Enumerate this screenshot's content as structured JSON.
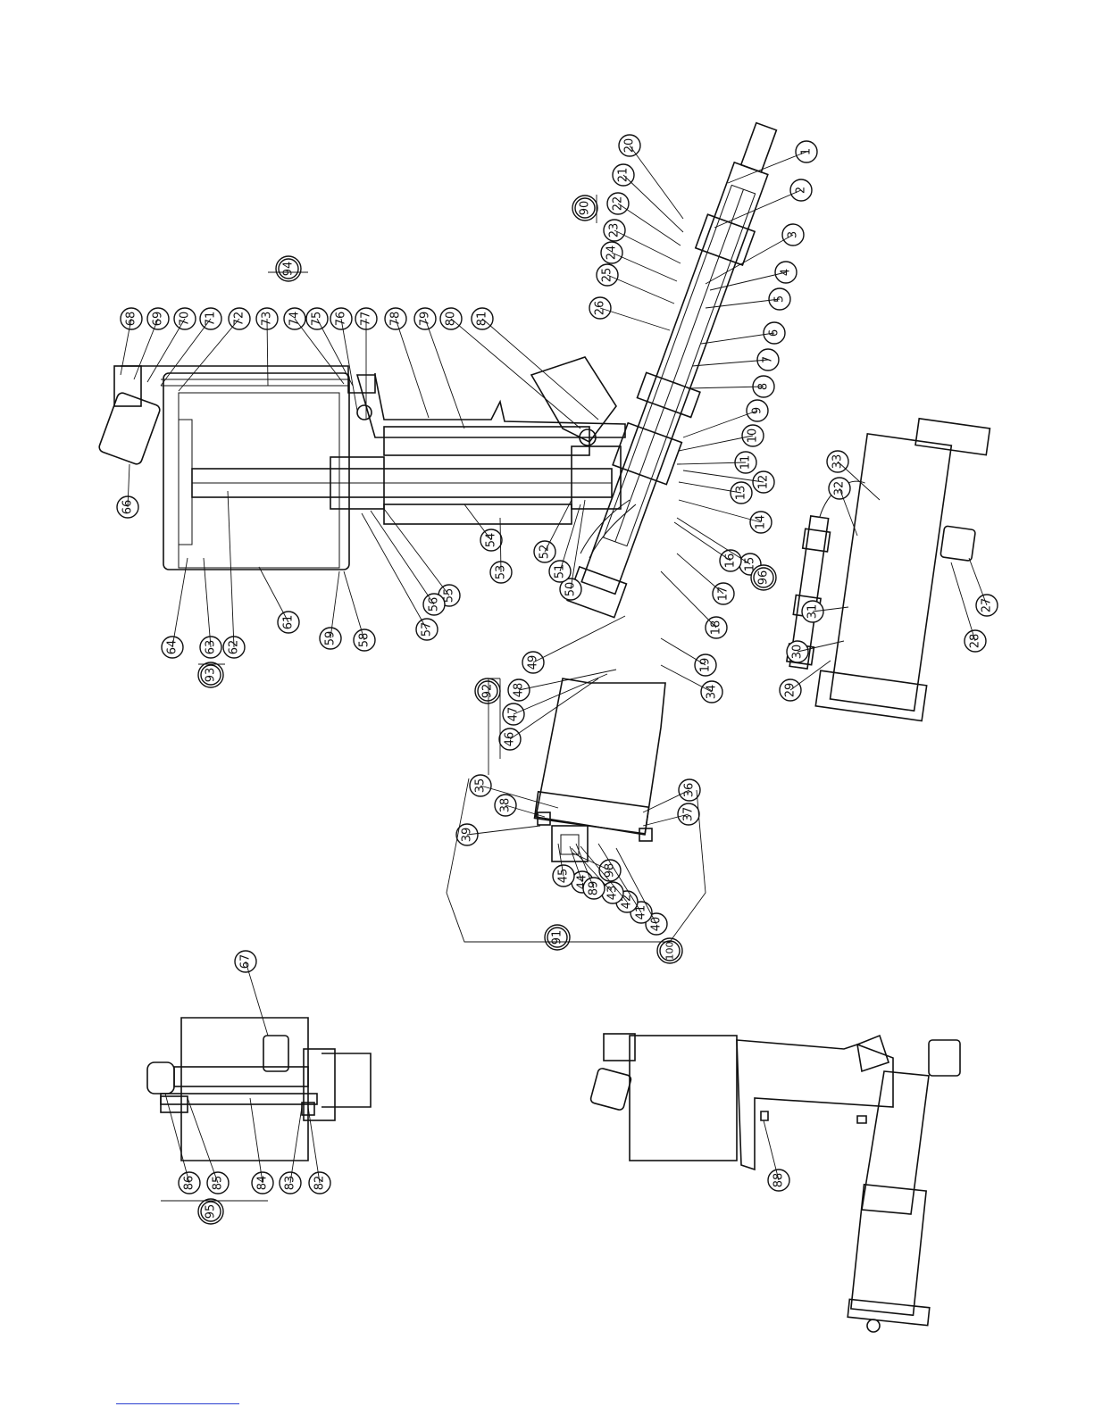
{
  "figure": {
    "callouts": [
      "1",
      "2",
      "3",
      "4",
      "5",
      "6",
      "7",
      "8",
      "9",
      "10",
      "11",
      "12",
      "13",
      "14",
      "15",
      "16",
      "17",
      "18",
      "19",
      "20",
      "21",
      "22",
      "23",
      "24",
      "25",
      "26",
      "27",
      "28",
      "29",
      "30",
      "31",
      "32",
      "33",
      "34",
      "35",
      "36",
      "37",
      "38",
      "39",
      "40",
      "41",
      "42",
      "43",
      "44",
      "45",
      "46",
      "47",
      "48",
      "49",
      "50",
      "51",
      "52",
      "53",
      "54",
      "55",
      "56",
      "57",
      "58",
      "59",
      "61",
      "62",
      "63",
      "64",
      "66",
      "67",
      "68",
      "69",
      "70",
      "71",
      "72",
      "73",
      "74",
      "75",
      "76",
      "77",
      "78",
      "79",
      "80",
      "81",
      "82",
      "83",
      "84",
      "85",
      "86",
      "88",
      "89",
      "98"
    ],
    "assembly_callouts": [
      "90",
      "91",
      "92",
      "93",
      "94",
      "95",
      "96",
      "100"
    ]
  },
  "footer": {
    "link_color": "#2a3fd0"
  },
  "colors": {
    "line": "#111111",
    "background": "#ffffff"
  }
}
